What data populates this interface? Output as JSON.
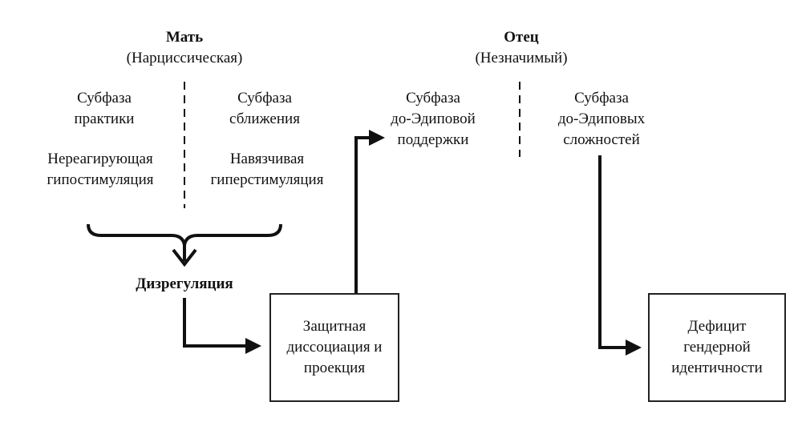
{
  "mother": {
    "title": "Мать",
    "subtitle": "(Нарциссическая)",
    "left_phase": "Субфаза\nпрактики",
    "left_effect": "Нереагирующая\nгипостимуляция",
    "right_phase": "Субфаза\nсближения",
    "right_effect": "Навязчивая\nгиперстимуляция"
  },
  "father": {
    "title": "Отец",
    "subtitle": "(Незначимый)",
    "left_phase": "Субфаза\nдо-Эдиповой\nподдержки",
    "right_phase": "Субфаза\nдо-Эдиповых\nсложностей"
  },
  "dysregulation": "Дизрегуляция",
  "box_dissociation": "Защитная\nдиссоциация и\nпроекция",
  "box_deficit": "Дефицит\nгендерной\nидентичности"
}
